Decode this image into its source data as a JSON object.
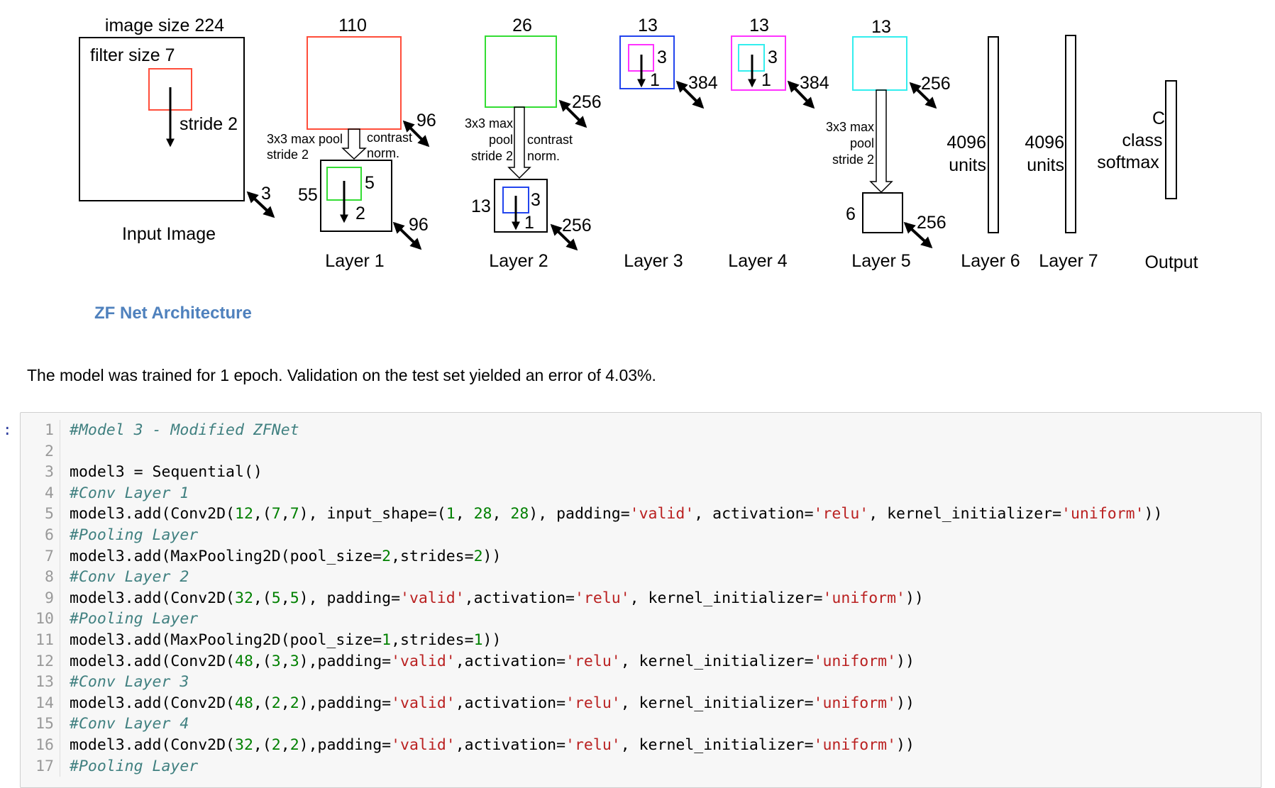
{
  "diagram": {
    "caption": "ZF Net Architecture",
    "colors": {
      "red": "#ff4d3a",
      "green": "#33dd33",
      "blue": "#2244ee",
      "magenta": "#ff33ff",
      "cyan": "#33eeee"
    },
    "input": {
      "size_label": "image size 224",
      "filter_label": "filter size 7",
      "stride_label": "stride 2",
      "depth": "3",
      "name": "Input Image"
    },
    "layer1": {
      "top_size": "110",
      "pool_label_1": "3x3 max pool",
      "pool_label_2": "stride 2",
      "norm_label_1": "contrast",
      "norm_label_2": "norm.",
      "top_depth": "96",
      "bottom_size": "55",
      "filter": "5",
      "stride": "2",
      "bottom_depth": "96",
      "name": "Layer 1"
    },
    "layer2": {
      "top_size": "26",
      "top_depth": "256",
      "pool_label_1": "3x3 max",
      "pool_label_2": "pool",
      "pool_label_3": "stride 2",
      "norm_label_1": "contrast",
      "norm_label_2": "norm.",
      "bottom_size": "13",
      "filter": "3",
      "stride": "1",
      "bottom_depth": "256",
      "name": "Layer 2"
    },
    "layer3": {
      "size": "13",
      "filter": "3",
      "stride": "1",
      "depth": "384",
      "name": "Layer 3"
    },
    "layer4": {
      "size": "13",
      "filter": "3",
      "stride": "1",
      "depth": "384",
      "name": "Layer 4"
    },
    "layer5": {
      "top_size": "13",
      "top_depth": "256",
      "pool_label_1": "3x3 max",
      "pool_label_2": "pool",
      "pool_label_3": "stride 2",
      "bottom_size": "6",
      "bottom_depth": "256",
      "name": "Layer 5"
    },
    "layer6": {
      "units_1": "4096",
      "units_2": "units",
      "name": "Layer 6"
    },
    "layer7": {
      "units_1": "4096",
      "units_2": "units",
      "name": "Layer 7"
    },
    "output": {
      "line_1": "C",
      "line_2": "class",
      "line_3": "softmax",
      "name": "Output"
    }
  },
  "prose": "The model was trained for 1 epoch. Validation on the test set yielded an error of 4.03%.",
  "cell": {
    "prompt": ":",
    "colors": {
      "comment": "#408080",
      "number": "#008000",
      "string": "#ba2121",
      "line_number": "#999999"
    },
    "lines": [
      {
        "n": "1",
        "tokens": [
          {
            "t": "#Model 3 - Modified ZFNet",
            "c": "cm"
          }
        ]
      },
      {
        "n": "2",
        "tokens": []
      },
      {
        "n": "3",
        "tokens": [
          {
            "t": "model3 = Sequential()"
          }
        ]
      },
      {
        "n": "4",
        "tokens": [
          {
            "t": "#Conv Layer 1",
            "c": "cm"
          }
        ]
      },
      {
        "n": "5",
        "tokens": [
          {
            "t": "model3.add(Conv2D("
          },
          {
            "t": "12",
            "c": "nm"
          },
          {
            "t": ",("
          },
          {
            "t": "7",
            "c": "nm"
          },
          {
            "t": ","
          },
          {
            "t": "7",
            "c": "nm"
          },
          {
            "t": "), input_shape=("
          },
          {
            "t": "1",
            "c": "nm"
          },
          {
            "t": ", "
          },
          {
            "t": "28",
            "c": "nm"
          },
          {
            "t": ", "
          },
          {
            "t": "28",
            "c": "nm"
          },
          {
            "t": "), padding="
          },
          {
            "t": "'valid'",
            "c": "st"
          },
          {
            "t": ", activation="
          },
          {
            "t": "'relu'",
            "c": "st"
          },
          {
            "t": ", kernel_initializer="
          },
          {
            "t": "'uniform'",
            "c": "st"
          },
          {
            "t": "))"
          }
        ]
      },
      {
        "n": "6",
        "tokens": [
          {
            "t": "#Pooling Layer",
            "c": "cm"
          }
        ]
      },
      {
        "n": "7",
        "tokens": [
          {
            "t": "model3.add(MaxPooling2D(pool_size="
          },
          {
            "t": "2",
            "c": "nm"
          },
          {
            "t": ",strides="
          },
          {
            "t": "2",
            "c": "nm"
          },
          {
            "t": "))"
          }
        ]
      },
      {
        "n": "8",
        "tokens": [
          {
            "t": "#Conv Layer 2",
            "c": "cm"
          }
        ]
      },
      {
        "n": "9",
        "tokens": [
          {
            "t": "model3.add(Conv2D("
          },
          {
            "t": "32",
            "c": "nm"
          },
          {
            "t": ",("
          },
          {
            "t": "5",
            "c": "nm"
          },
          {
            "t": ","
          },
          {
            "t": "5",
            "c": "nm"
          },
          {
            "t": "), padding="
          },
          {
            "t": "'valid'",
            "c": "st"
          },
          {
            "t": ",activation="
          },
          {
            "t": "'relu'",
            "c": "st"
          },
          {
            "t": ", kernel_initializer="
          },
          {
            "t": "'uniform'",
            "c": "st"
          },
          {
            "t": "))"
          }
        ]
      },
      {
        "n": "10",
        "tokens": [
          {
            "t": "#Pooling Layer",
            "c": "cm"
          }
        ]
      },
      {
        "n": "11",
        "tokens": [
          {
            "t": "model3.add(MaxPooling2D(pool_size="
          },
          {
            "t": "1",
            "c": "nm"
          },
          {
            "t": ",strides="
          },
          {
            "t": "1",
            "c": "nm"
          },
          {
            "t": "))"
          }
        ]
      },
      {
        "n": "12",
        "tokens": [
          {
            "t": "model3.add(Conv2D("
          },
          {
            "t": "48",
            "c": "nm"
          },
          {
            "t": ",("
          },
          {
            "t": "3",
            "c": "nm"
          },
          {
            "t": ","
          },
          {
            "t": "3",
            "c": "nm"
          },
          {
            "t": "),padding="
          },
          {
            "t": "'valid'",
            "c": "st"
          },
          {
            "t": ",activation="
          },
          {
            "t": "'relu'",
            "c": "st"
          },
          {
            "t": ", kernel_initializer="
          },
          {
            "t": "'uniform'",
            "c": "st"
          },
          {
            "t": "))"
          }
        ]
      },
      {
        "n": "13",
        "tokens": [
          {
            "t": "#Conv Layer 3",
            "c": "cm"
          }
        ]
      },
      {
        "n": "14",
        "tokens": [
          {
            "t": "model3.add(Conv2D("
          },
          {
            "t": "48",
            "c": "nm"
          },
          {
            "t": ",("
          },
          {
            "t": "2",
            "c": "nm"
          },
          {
            "t": ","
          },
          {
            "t": "2",
            "c": "nm"
          },
          {
            "t": "),padding="
          },
          {
            "t": "'valid'",
            "c": "st"
          },
          {
            "t": ",activation="
          },
          {
            "t": "'relu'",
            "c": "st"
          },
          {
            "t": ", kernel_initializer="
          },
          {
            "t": "'uniform'",
            "c": "st"
          },
          {
            "t": "))"
          }
        ]
      },
      {
        "n": "15",
        "tokens": [
          {
            "t": "#Conv Layer 4",
            "c": "cm"
          }
        ]
      },
      {
        "n": "16",
        "tokens": [
          {
            "t": "model3.add(Conv2D("
          },
          {
            "t": "32",
            "c": "nm"
          },
          {
            "t": ",("
          },
          {
            "t": "2",
            "c": "nm"
          },
          {
            "t": ","
          },
          {
            "t": "2",
            "c": "nm"
          },
          {
            "t": "),padding="
          },
          {
            "t": "'valid'",
            "c": "st"
          },
          {
            "t": ",activation="
          },
          {
            "t": "'relu'",
            "c": "st"
          },
          {
            "t": ", kernel_initializer="
          },
          {
            "t": "'uniform'",
            "c": "st"
          },
          {
            "t": "))"
          }
        ]
      },
      {
        "n": "17",
        "tokens": [
          {
            "t": "#Pooling Layer",
            "c": "cm"
          }
        ]
      }
    ]
  }
}
